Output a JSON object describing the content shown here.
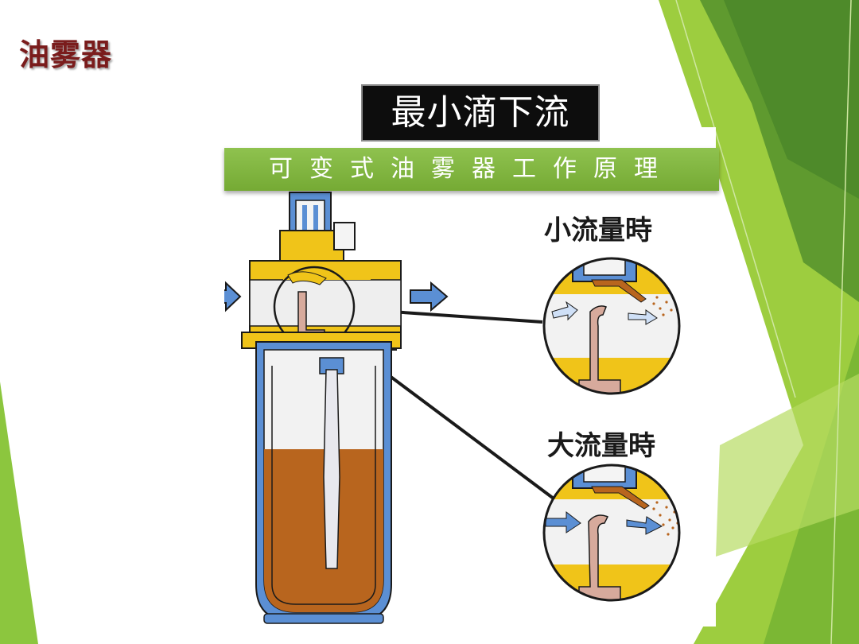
{
  "slide": {
    "title": "油雾器"
  },
  "figure": {
    "heading": "最小滴下流",
    "caption": "可变式油雾器工作原理",
    "labels": {
      "small_flow": "小流量時",
      "large_flow": "大流量時"
    }
  },
  "colors": {
    "title_text": "#7a1c1c",
    "caption_bar": "#7fb53d",
    "heading_box": "#0d0d0d",
    "decor_green_dark": "#4e8a2a",
    "decor_green_light": "#9dcd3f",
    "housing_yellow": "#f0c419",
    "air_flow_blue": "#5b8fd4",
    "oil_brown": "#b8651e",
    "tube_pink": "#d7aa9c"
  }
}
